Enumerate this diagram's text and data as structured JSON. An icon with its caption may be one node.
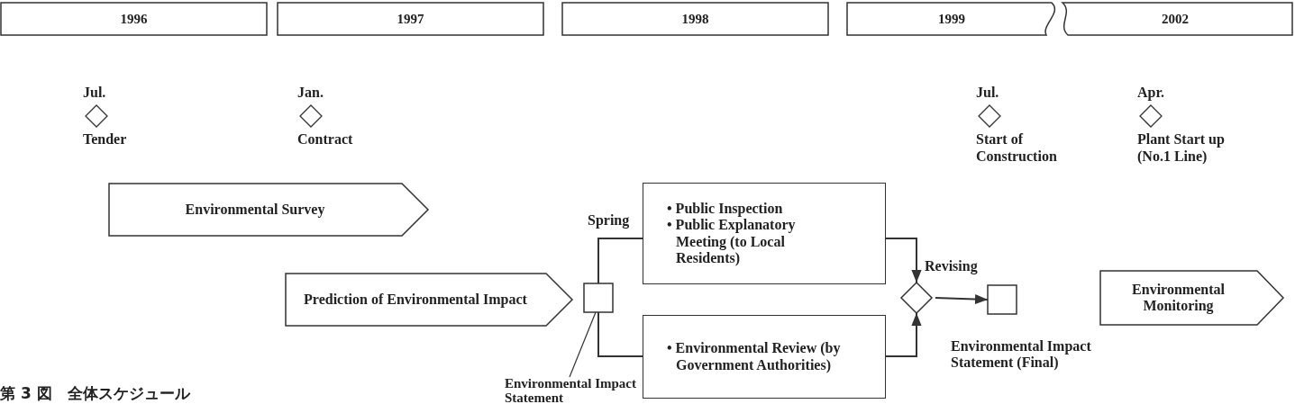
{
  "diagram": {
    "caption": "第 3 図　全体スケジュール",
    "nodes": [
      {
        "text": [
          "1996"
        ]
      },
      {
        "text": [
          "1997"
        ]
      },
      {
        "text": [
          "1998"
        ]
      },
      {
        "text": [
          "1999"
        ]
      },
      {
        "text": [
          "2002"
        ]
      },
      {
        "text": [
          "Jul.",
          "Tender"
        ]
      },
      {
        "text": [
          "Jan.",
          "Contract"
        ]
      },
      {
        "text": [
          "Jul.",
          "Start of Construction"
        ]
      },
      {
        "text": [
          "Apr.",
          "Plant Start up (No.1 Line)"
        ]
      },
      {
        "text": [
          "Environmental Survey"
        ]
      },
      {
        "text": [
          "Prediction of Environmental Impact"
        ]
      },
      {
        "text": [],
        "shape": "box"
      },
      {
        "text": [
          "Environmental Impact Statement"
        ]
      },
      {
        "text": [
          "• Public Inspection",
          "• Public Explanatory Meeting (to Local Residents)"
        ]
      },
      {
        "text": [
          "• Environmental Review (by Government Authorities)"
        ]
      },
      {
        "text": [],
        "shape": "diamond",
        "beside": [
          "Revising"
        ]
      },
      {
        "text": [],
        "shape": "box",
        "beside": [
          "Environmental Impact Statement (Final)"
        ]
      },
      {
        "text": [
          "Environmental Monitoring"
        ]
      }
    ],
    "edges": [
      {
        "from": 11,
        "to": 13,
        "arrow": "none"
      },
      {
        "from": 11,
        "to": 14,
        "arrow": "none"
      },
      {
        "from": 13,
        "to": 15,
        "arrow": "to"
      },
      {
        "from": 14,
        "to": 15,
        "arrow": "to"
      },
      {
        "from": 15,
        "to": 16,
        "arrow": "to"
      },
      {
        "from": 12,
        "to": 11,
        "arrow": "none"
      }
    ],
    "labels": [
      "Spring"
    ]
  }
}
